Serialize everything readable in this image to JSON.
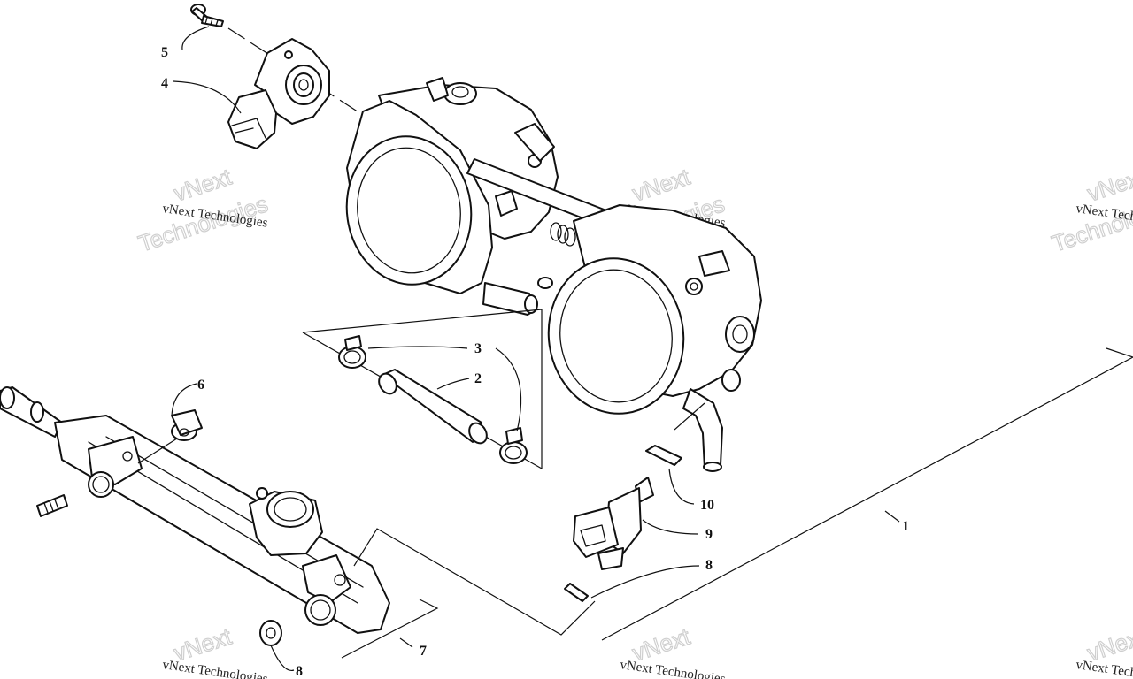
{
  "watermark": {
    "line1": "vNext",
    "line2": "Technologies",
    "caption": "vNext Technologies"
  },
  "callouts": {
    "c1": "1",
    "c2": "2",
    "c3": "3",
    "c4": "4",
    "c5": "5",
    "c6": "6",
    "c7": "7",
    "c8a": "8",
    "c8b": "8",
    "c9": "9",
    "c10": "10"
  },
  "colors": {
    "line": "#111111",
    "background": "#ffffff",
    "watermark": "#cfcfcf"
  }
}
